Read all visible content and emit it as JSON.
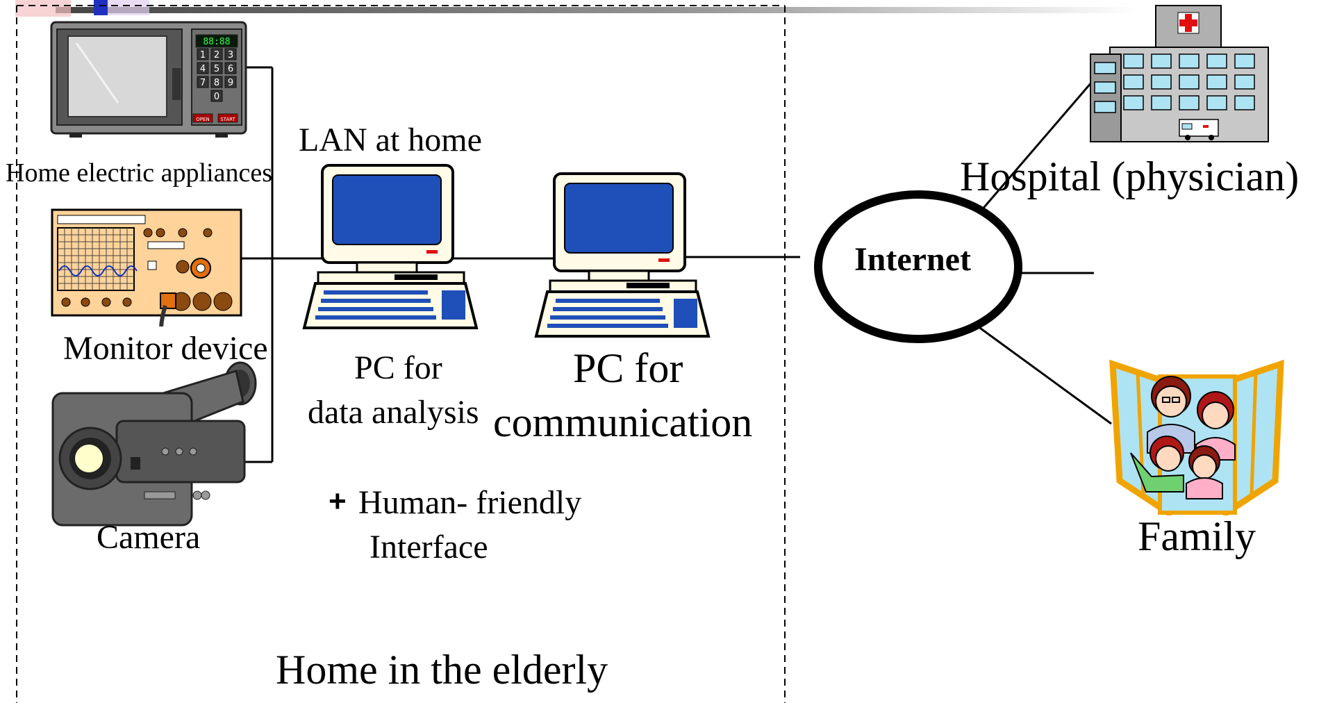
{
  "labels": {
    "appliances": "Home electric appliances",
    "monitor": "Monitor device",
    "camera": "Camera",
    "lan": "LAN at home",
    "pc_analysis_line1": "PC for",
    "pc_analysis_line2": "data analysis",
    "pc_comm_line1": "PC for",
    "pc_comm_line2": "communication",
    "interface_plus": "+",
    "interface_line1": "Human- friendly",
    "interface_line2": "Interface",
    "home_title": "Home in the elderly",
    "internet": "Internet",
    "hospital": "Hospital (physician)",
    "family": "Family"
  },
  "microwave": {
    "display": "88:88",
    "keys": [
      "1",
      "2",
      "3",
      "4",
      "5",
      "6",
      "7",
      "8",
      "9",
      "0"
    ],
    "open_label": "OPEN",
    "start_label": "START"
  },
  "colors": {
    "screen_blue": "#1f4fb8",
    "pc_body": "#fffbe6",
    "monitor_panel": "#ffd39a",
    "hospital_window": "#aee3f3",
    "family_frame": "#f0a400",
    "accent_red": "#e01010"
  },
  "icons": [
    "microwave-icon",
    "monitor-device-icon",
    "camera-icon",
    "pc-icon",
    "hospital-icon",
    "family-icon"
  ]
}
